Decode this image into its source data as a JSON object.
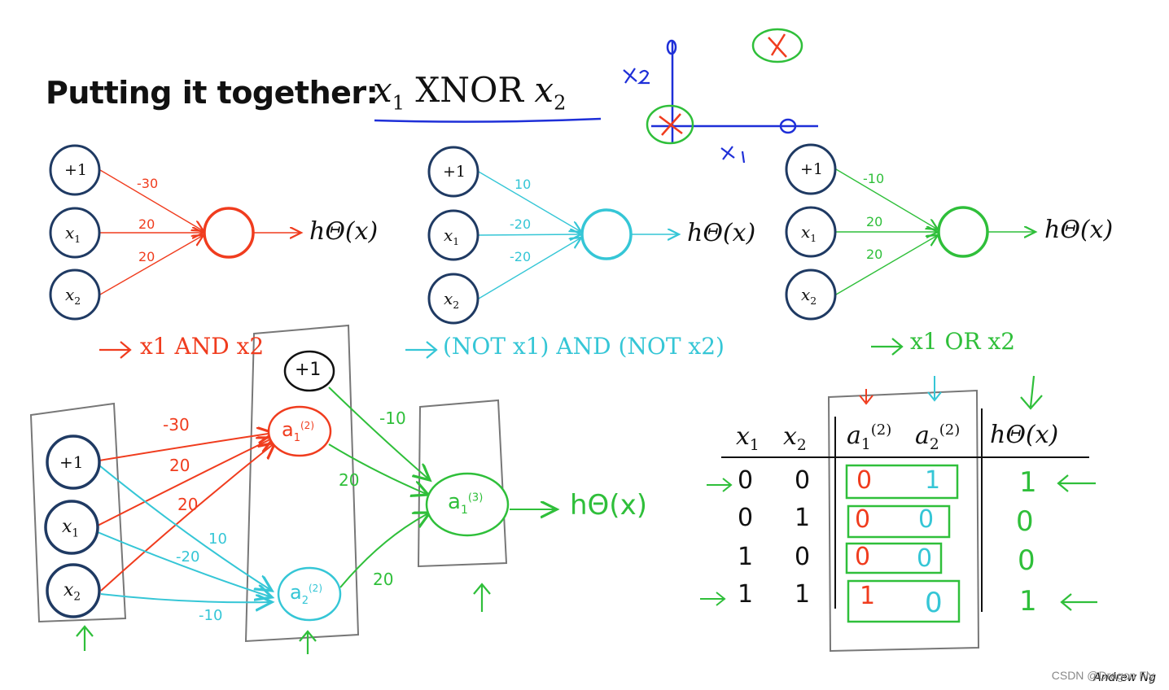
{
  "title": {
    "text": "Putting it together:",
    "math_var1": "x",
    "math_sub1": "1",
    "math_op": "XNOR",
    "math_var2": "x",
    "math_sub2": "2"
  },
  "colors": {
    "ink": "#111111",
    "node_border": "#1f3a63",
    "and": "#f03c1e",
    "not_and": "#35c6d6",
    "or": "#2fbf3a",
    "hand_blue": "#1e2fd8",
    "box_gray": "#777777"
  },
  "networks": [
    {
      "id": "and",
      "inputs": [
        "+1",
        "x1",
        "x2"
      ],
      "weights": [
        "-30",
        "20",
        "20"
      ],
      "output_label": "hΘ(x)",
      "caption": "x1 AND x2"
    },
    {
      "id": "not_and",
      "inputs": [
        "+1",
        "x1",
        "x2"
      ],
      "weights": [
        "10",
        "-20",
        "-20"
      ],
      "output_label": "hΘ(x)",
      "caption": "(NOT x1) AND (NOT x2)"
    },
    {
      "id": "or",
      "inputs": [
        "+1",
        "x1",
        "x2"
      ],
      "weights": [
        "-10",
        "20",
        "20"
      ],
      "output_label": "hΘ(x)",
      "caption": "x1 OR x2"
    }
  ],
  "axes_sketch": {
    "x_label": "x1",
    "y_label": "x2",
    "markers": [
      "x",
      "o",
      "o",
      "x"
    ]
  },
  "combined_net": {
    "inputs": [
      "+1",
      "x1",
      "x2"
    ],
    "bias2": "+1",
    "hidden": [
      "a1(2)",
      "a2(2)"
    ],
    "output": "a1(3)",
    "output_label": "hΘ(x)",
    "w_a1": [
      "-30",
      "20",
      "20"
    ],
    "w_a2": [
      "10",
      "-20",
      "-10"
    ],
    "w_out": [
      "-10",
      "20",
      "20"
    ]
  },
  "truth_table": {
    "headers": [
      "x1",
      "x2",
      "a1(2)",
      "a2(2)",
      "hΘ(x)"
    ],
    "rows": [
      [
        "0",
        "0",
        "0",
        "1",
        "1"
      ],
      [
        "0",
        "1",
        "0",
        "0",
        "0"
      ],
      [
        "1",
        "0",
        "0",
        "0",
        "0"
      ],
      [
        "1",
        "1",
        "1",
        "0",
        "1"
      ]
    ]
  },
  "author": "Andrew Ng",
  "watermark": "CSDN @Dragon Fly"
}
